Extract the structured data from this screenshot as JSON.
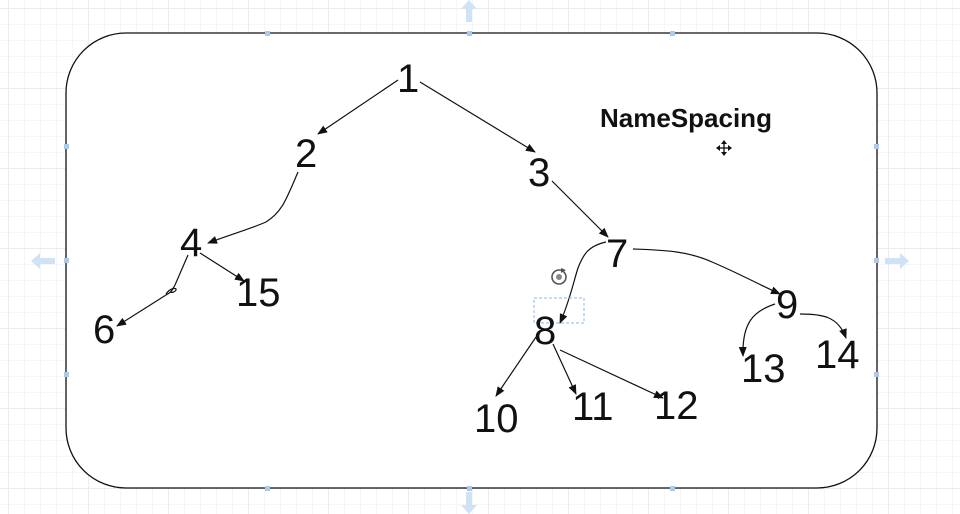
{
  "diagram": {
    "title": "NameSpacing",
    "nodes": [
      {
        "id": "1",
        "label": "1"
      },
      {
        "id": "2",
        "label": "2"
      },
      {
        "id": "3",
        "label": "3"
      },
      {
        "id": "4",
        "label": "4"
      },
      {
        "id": "15",
        "label": "15"
      },
      {
        "id": "6",
        "label": "6"
      },
      {
        "id": "7",
        "label": "7"
      },
      {
        "id": "8",
        "label": "8"
      },
      {
        "id": "9",
        "label": "9"
      },
      {
        "id": "10",
        "label": "10"
      },
      {
        "id": "11",
        "label": "11"
      },
      {
        "id": "12",
        "label": "12"
      },
      {
        "id": "13",
        "label": "13"
      },
      {
        "id": "14",
        "label": "14"
      }
    ],
    "edges": [
      {
        "from": "1",
        "to": "2"
      },
      {
        "from": "1",
        "to": "3"
      },
      {
        "from": "2",
        "to": "4"
      },
      {
        "from": "4",
        "to": "15"
      },
      {
        "from": "4",
        "to": "6"
      },
      {
        "from": "3",
        "to": "7"
      },
      {
        "from": "7",
        "to": "8"
      },
      {
        "from": "7",
        "to": "9"
      },
      {
        "from": "8",
        "to": "10"
      },
      {
        "from": "8",
        "to": "11"
      },
      {
        "from": "8",
        "to": "12"
      },
      {
        "from": "9",
        "to": "13"
      },
      {
        "from": "9",
        "to": "14"
      }
    ]
  },
  "colors": {
    "stroke": "#111111",
    "selection_handle": "#aacbea"
  },
  "icons": {
    "move": "move-cursor-icon",
    "rotate": "rotate-handle-icon",
    "expand_up": "arrow-up-icon",
    "expand_down": "arrow-down-icon",
    "expand_left": "arrow-left-icon",
    "expand_right": "arrow-right-icon"
  }
}
